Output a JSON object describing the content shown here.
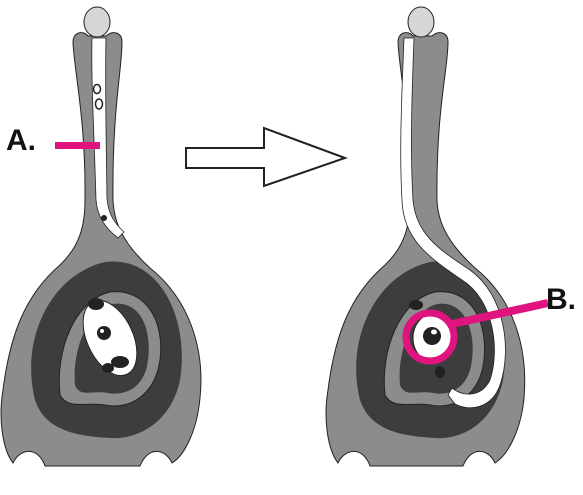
{
  "labels": {
    "a": "A.",
    "b": "B."
  },
  "colors": {
    "ovary_wall": "#8c8c8c",
    "ovary_dark": "#3d3d3d",
    "tube": "#ffffff",
    "stigma": "#d6d6d6",
    "marker": "#e0147f",
    "outline": "#222222",
    "arrow_fill": "#ffffff"
  },
  "icons": {
    "arrow": "right-arrow-outline"
  }
}
